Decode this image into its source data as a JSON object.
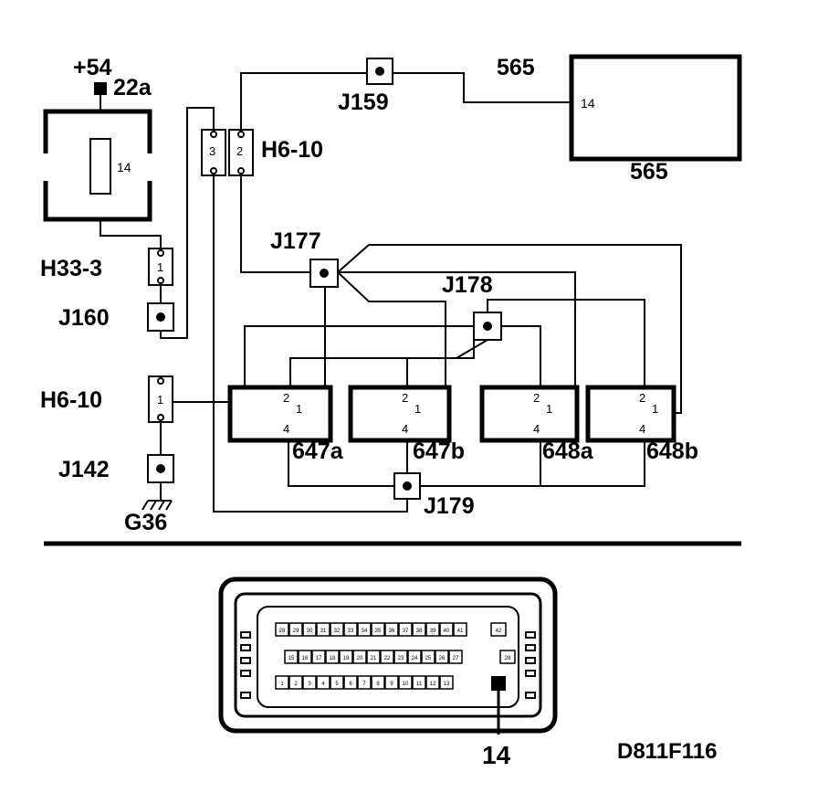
{
  "power": {
    "label": "+54",
    "ref": "22a"
  },
  "fuse_box": {
    "pin": "14"
  },
  "connectors": {
    "h6_10_top": {
      "label": "H6-10",
      "pins": [
        "3",
        "2"
      ]
    },
    "h33_3": {
      "label": "H33-3",
      "pin": "1"
    },
    "h6_10_bottom": {
      "label": "H6-10",
      "pin": "1"
    }
  },
  "junctions": {
    "j159": "J159",
    "j160": "J160",
    "j142": "J142",
    "j177": "J177",
    "j178": "J178",
    "j179": "J179"
  },
  "ground": "G36",
  "ecu": {
    "label_top": "565",
    "label_bottom": "565",
    "pin": "14"
  },
  "relays": [
    {
      "label": "647a",
      "pin_a": "2",
      "pin_b": "1",
      "pin_c": "4"
    },
    {
      "label": "647b",
      "pin_a": "2",
      "pin_b": "1",
      "pin_c": "4"
    },
    {
      "label": "648a",
      "pin_a": "2",
      "pin_b": "1",
      "pin_c": "4"
    },
    {
      "label": "648b",
      "pin_a": "2",
      "pin_b": "1",
      "pin_c": "4"
    }
  ],
  "plug": {
    "row1": [
      "28",
      "29",
      "30",
      "31",
      "32",
      "33",
      "34",
      "35",
      "36",
      "37",
      "38",
      "39",
      "40",
      "41"
    ],
    "row1_end": "42",
    "row2": [
      "15",
      "16",
      "17",
      "18",
      "19",
      "20",
      "21",
      "22",
      "23",
      "24",
      "25",
      "26",
      "27"
    ],
    "row2_end": "28",
    "row3": [
      "1",
      "2",
      "3",
      "4",
      "5",
      "6",
      "7",
      "8",
      "9",
      "10",
      "11",
      "12",
      "13"
    ],
    "highlight_pin": "14"
  },
  "plug_pin_callout": "14",
  "doc_code": "D811F116"
}
